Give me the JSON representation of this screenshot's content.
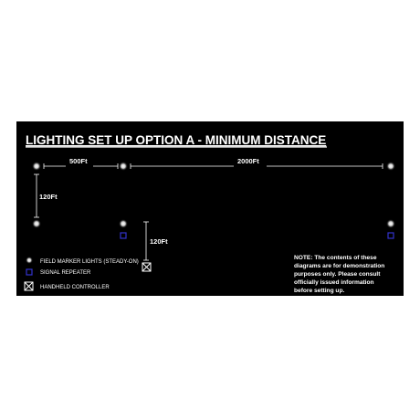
{
  "diagram": {
    "title": "LIGHTING SET UP OPTION A - MINIMUM DISTANCE",
    "dimensions": {
      "top_left_spacing": "500Ft",
      "top_right_spacing": "2000Ft",
      "vertical_left": "120Ft",
      "vertical_controller": "120Ft"
    },
    "legend": {
      "field_marker": "FIELD MARKER LIGHTS (STEADY-ON)",
      "repeater": "SIGNAL REPEATER",
      "controller": "HANDHELD CONTROLLER"
    },
    "note": {
      "lines": [
        "NOTE: The contents of these",
        "diagrams are for demonstration",
        "purposes only. Please consult",
        "officially issued information",
        "before setting up."
      ]
    },
    "colors": {
      "background": "#000000",
      "foreground": "#ffffff",
      "repeater": "#3333cc",
      "light_glow": "#cccccc"
    }
  }
}
